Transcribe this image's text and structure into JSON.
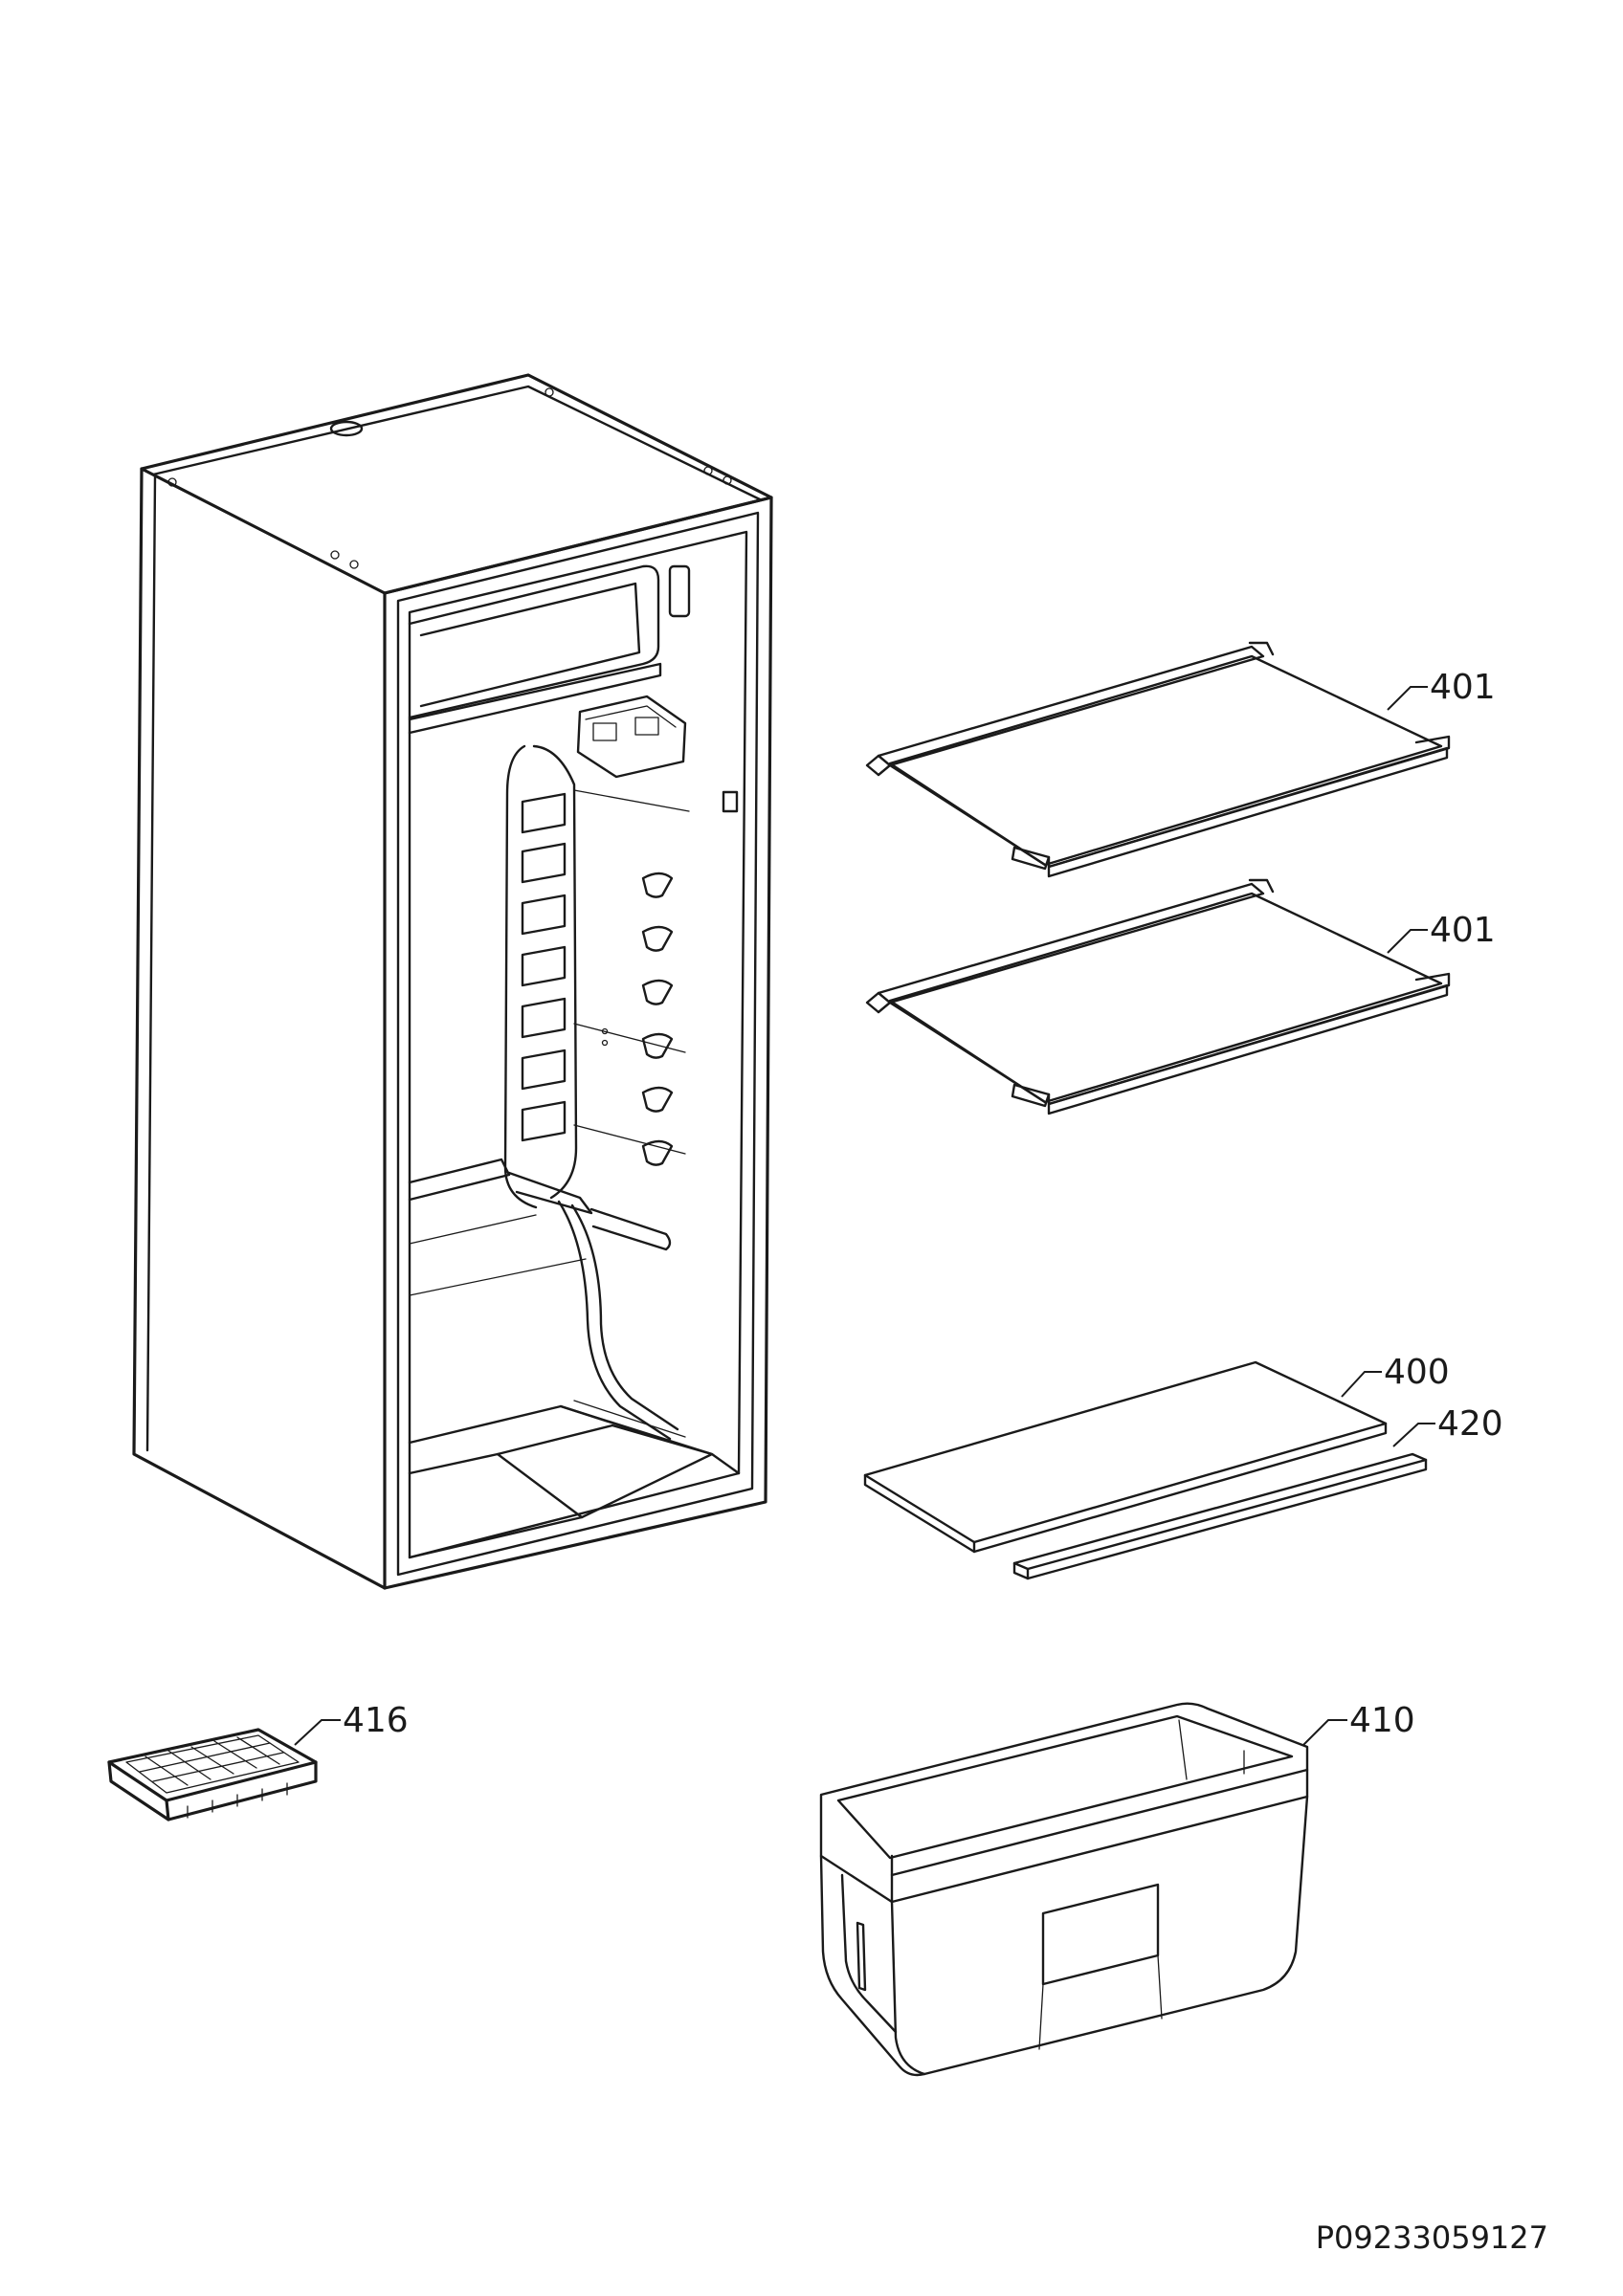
{
  "diagram": {
    "callouts": [
      {
        "id": "shelf-upper",
        "label": "401"
      },
      {
        "id": "shelf-lower",
        "label": "401"
      },
      {
        "id": "glass-plate",
        "label": "400"
      },
      {
        "id": "trim-strip",
        "label": "420"
      },
      {
        "id": "ice-tray",
        "label": "416"
      },
      {
        "id": "door-bin",
        "label": "410"
      }
    ],
    "document_code": "P09233059127"
  }
}
